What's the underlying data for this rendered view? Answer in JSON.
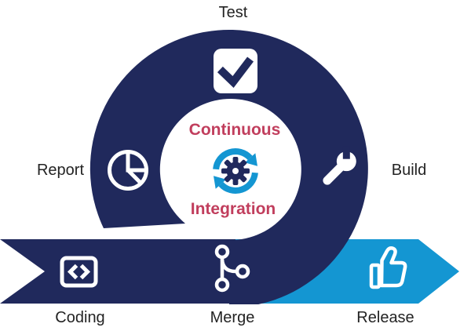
{
  "diagram": {
    "center": {
      "line1": "Continuous",
      "line2": "Integration",
      "icon": "sync-gear-icon"
    },
    "stages": [
      {
        "label": "Test",
        "icon": "checkmark-icon",
        "position": "top"
      },
      {
        "label": "Build",
        "icon": "wrench-icon",
        "position": "right"
      },
      {
        "label": "Report",
        "icon": "pie-chart-icon",
        "position": "left"
      },
      {
        "label": "Coding",
        "icon": "code-icon",
        "position": "bottom-left"
      },
      {
        "label": "Merge",
        "icon": "merge-icon",
        "position": "bottom-center"
      },
      {
        "label": "Release",
        "icon": "thumbs-up-icon",
        "position": "bottom-right"
      }
    ],
    "colors": {
      "ring_navy": "#20295c",
      "arrow_blue": "#1496d2",
      "center_text": "#c13e5d",
      "label_text": "#232323",
      "icon_white": "#ffffff"
    }
  }
}
